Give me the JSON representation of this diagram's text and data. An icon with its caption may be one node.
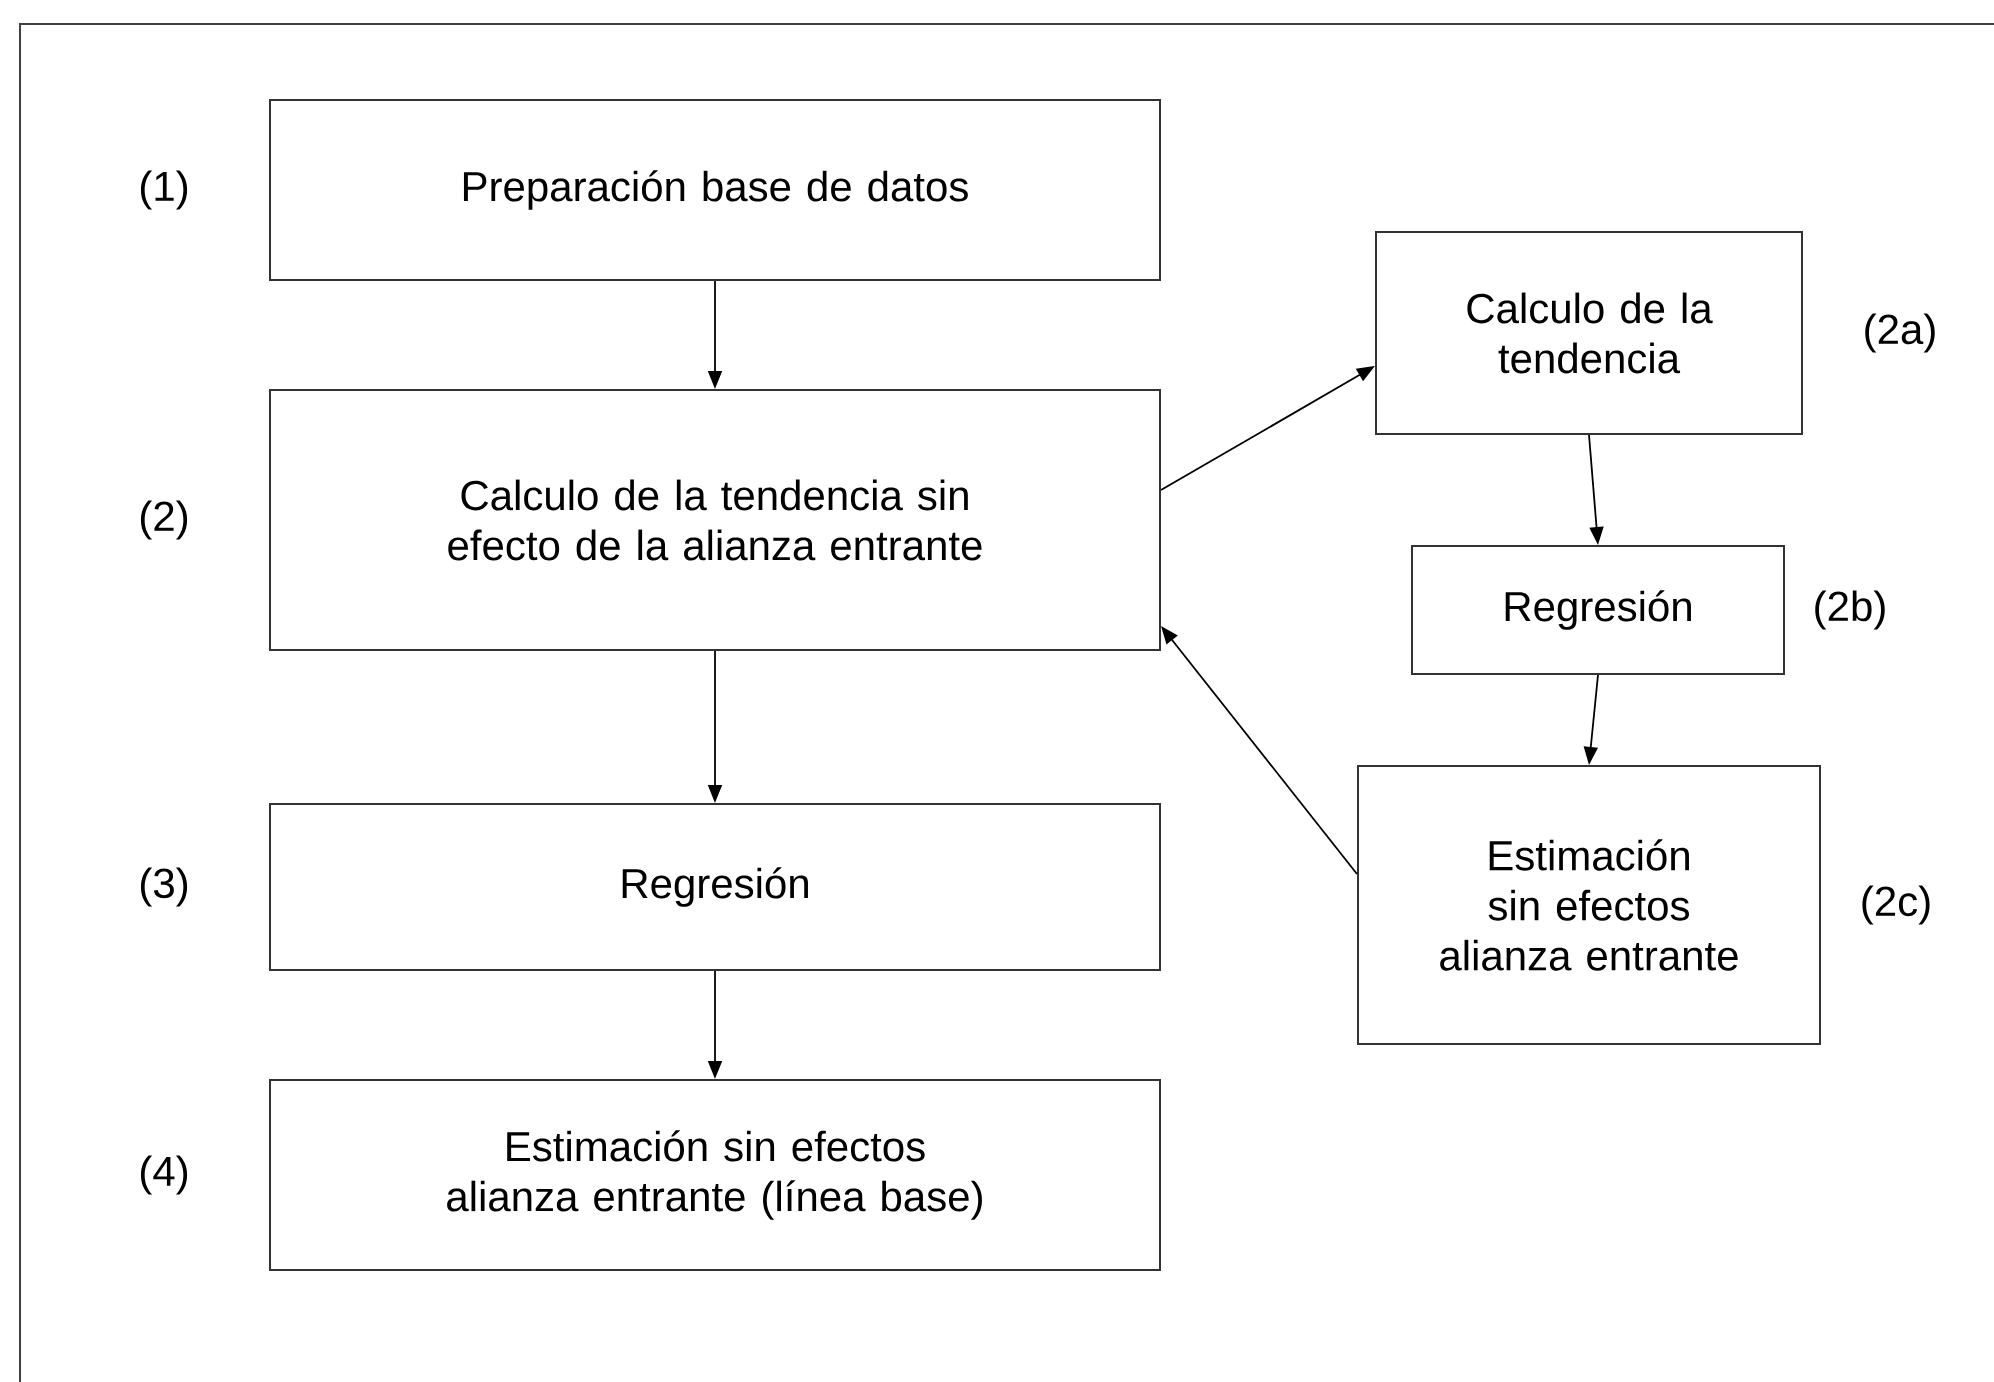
{
  "diagram": {
    "nodes": [
      {
        "text": [
          "Preparación base de datos"
        ],
        "beside": [
          "(1)"
        ]
      },
      {
        "text": [
          "Calculo de la tendencia sin efecto de la alianza entrante"
        ],
        "beside": [
          "(2)"
        ]
      },
      {
        "text": [
          "Regresión"
        ],
        "beside": [
          "(3)"
        ]
      },
      {
        "text": [
          "Estimación sin efectos alianza entrante (línea base)"
        ],
        "beside": [
          "(4)"
        ]
      },
      {
        "text": [
          "Calculo de la tendencia"
        ],
        "beside": [
          "(2a)"
        ]
      },
      {
        "text": [
          "Regresión"
        ],
        "beside": [
          "(2b)"
        ]
      },
      {
        "text": [
          "Estimación sin efectos alianza entrante"
        ],
        "beside": [
          "(2c)"
        ]
      }
    ],
    "edges": [
      {
        "from": 0,
        "to": 1,
        "arrow": "to"
      },
      {
        "from": 1,
        "to": 2,
        "arrow": "to"
      },
      {
        "from": 2,
        "to": 3,
        "arrow": "to"
      },
      {
        "from": 1,
        "to": 4,
        "arrow": "to"
      },
      {
        "from": 4,
        "to": 5,
        "arrow": "to"
      },
      {
        "from": 5,
        "to": 6,
        "arrow": "to"
      },
      {
        "from": 6,
        "to": 1,
        "arrow": "to"
      }
    ]
  }
}
